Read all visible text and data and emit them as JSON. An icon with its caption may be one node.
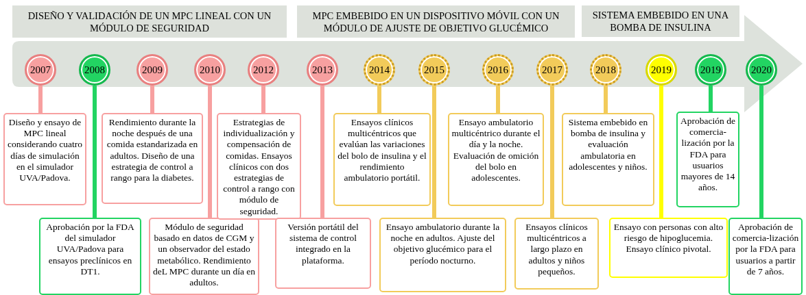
{
  "diagram": {
    "nodes": [
      {
        "text": [
          "DISEÑO Y VALIDACIÓN DE UN MPC LINEAL CON UN MÓDULO DE SEGURIDAD"
        ]
      },
      {
        "text": [
          "MPC EMBEBIDO EN UN DISPOSITIVO MÓVIL CON UN MÓDULO DE AJUSTE DE OBJETIVO GLUCÉMICO"
        ]
      },
      {
        "text": [
          "SISTEMA EMBEBIDO EN UNA BOMBA DE INSULINA"
        ]
      },
      {
        "text": [
          "2007"
        ]
      },
      {
        "text": [
          "2008"
        ]
      },
      {
        "text": [
          "2009"
        ]
      },
      {
        "text": [
          "2010"
        ]
      },
      {
        "text": [
          "2012"
        ]
      },
      {
        "text": [
          "2013"
        ]
      },
      {
        "text": [
          "2014"
        ]
      },
      {
        "text": [
          "2015"
        ]
      },
      {
        "text": [
          "2016"
        ]
      },
      {
        "text": [
          "2017"
        ]
      },
      {
        "text": [
          "2018"
        ]
      },
      {
        "text": [
          "2019"
        ]
      },
      {
        "text": [
          "2019"
        ]
      },
      {
        "text": [
          "2020"
        ]
      },
      {
        "text": [
          "Diseño y ensayo de MPC lineal considerando cuatro días de simulación en el simulador UVA/Padova."
        ]
      },
      {
        "text": [
          "Aprobación por la FDA del simulador UVA/Padova para ensayos preclínicos en DT1."
        ]
      },
      {
        "text": [
          "Rendimiento durante la noche después de una comida estandarizada en adultos. Diseño de una estrategia de control a rango para la diabetes."
        ]
      },
      {
        "text": [
          "Módulo de seguridad basado en datos de CGM y un observador del estado metabólico. Rendimiento deL MPC durante un día en adultos."
        ]
      },
      {
        "text": [
          "Estrategias de individualización y compensación de comidas. Ensayos clínicos con dos estrategias de control a rango con módulo de seguridad."
        ]
      },
      {
        "text": [
          "Versión portátil del sistema de control integrado en la plataforma."
        ]
      },
      {
        "text": [
          "Ensayos clínicos multicéntricos que evalúan las variaciones del bolo de insulina y el rendimiento ambulatorio portátil."
        ]
      },
      {
        "text": [
          "Ensayo ambulatorio durante la noche en adultos. Ajuste del objetivo glucémico para el período nocturno."
        ]
      },
      {
        "text": [
          "Ensayo ambulatorio multicéntrico durante el día y la noche. Evaluación de omición del bolo en adolescentes."
        ]
      },
      {
        "text": [
          "Ensayos clínicos multicéntricos a largo plazo en adultos y niños pequeños."
        ]
      },
      {
        "text": [
          "Sistema embebido en bomba de insulina y evaluación ambulatoria en adolescentes y niños."
        ]
      },
      {
        "text": [
          "Ensayo con personas con alto riesgo de hipoglucemia. Ensayo clínico pivotal."
        ]
      },
      {
        "text": [
          "Aprobación de comercia-lización por la FDA para usuarios mayores de 14 años."
        ]
      },
      {
        "text": [
          "Aprobación de comercia-lización por la FDA para usuarios a partir de 7 años."
        ]
      }
    ],
    "edges": [
      {
        "from": 3,
        "to": 17,
        "arrow": "none",
        "color": "#f7a0a0"
      },
      {
        "from": 4,
        "to": 18,
        "arrow": "none",
        "color": "#22d462"
      },
      {
        "from": 5,
        "to": 19,
        "arrow": "none",
        "color": "#f7a0a0"
      },
      {
        "from": 6,
        "to": 20,
        "arrow": "none",
        "color": "#f7a0a0"
      },
      {
        "from": 7,
        "to": 21,
        "arrow": "none",
        "color": "#f7a0a0"
      },
      {
        "from": 8,
        "to": 22,
        "arrow": "none",
        "color": "#f7a0a0"
      },
      {
        "from": 9,
        "to": 23,
        "arrow": "none",
        "color": "#f2cb5a"
      },
      {
        "from": 10,
        "to": 24,
        "arrow": "none",
        "color": "#f2cb5a"
      },
      {
        "from": 11,
        "to": 25,
        "arrow": "none",
        "color": "#f2cb5a"
      },
      {
        "from": 12,
        "to": 26,
        "arrow": "none",
        "color": "#f2cb5a"
      },
      {
        "from": 13,
        "to": 27,
        "arrow": "none",
        "color": "#f2cb5a"
      },
      {
        "from": 14,
        "to": 28,
        "arrow": "none",
        "color": "#ffff00"
      },
      {
        "from": 15,
        "to": 29,
        "arrow": "none",
        "color": "#22d462"
      },
      {
        "from": 16,
        "to": 30,
        "arrow": "none",
        "color": "#22d462"
      }
    ]
  }
}
